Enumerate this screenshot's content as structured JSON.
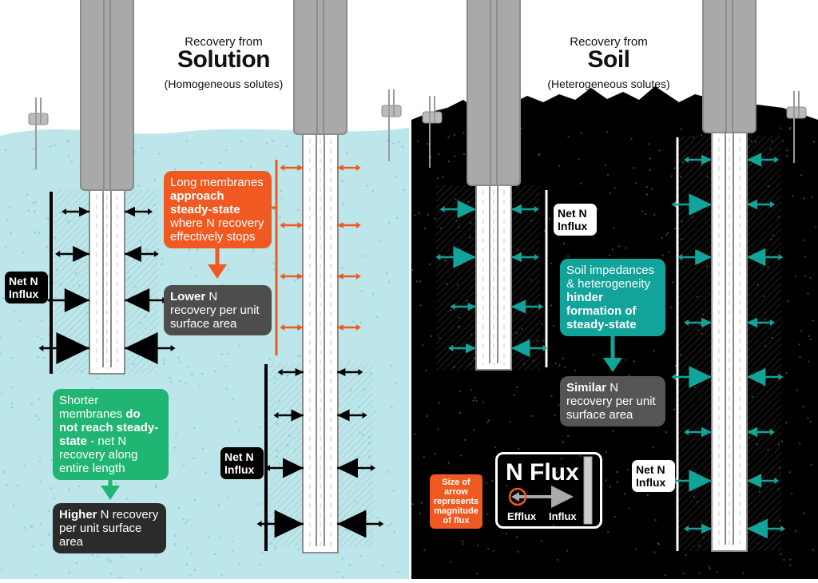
{
  "left_panel": {
    "title_line1": "Recovery from",
    "title_main": "Solution",
    "title_sub": "(Homogeneous solutes)",
    "background_color": "#bde6ea",
    "net_influx_label_1": "Net N Influx",
    "net_influx_label_2": "Net N Influx",
    "orange_box": {
      "text_1": "Long membranes ",
      "bold": "approach steady-state",
      "text_2": " where N recovery effectively stops",
      "color": "#f05a22"
    },
    "lower_box": {
      "bold": "Lower",
      "text": " N recovery per unit surface area",
      "color": "#4d4d4d"
    },
    "green_box": {
      "text_1": "Shorter membranes ",
      "bold": "do not reach steady-state",
      "text_2": " - net N recovery along entire length",
      "color": "#21b573"
    },
    "higher_box": {
      "bold": "Higher",
      "text": " N recovery per unit surface area",
      "color": "#2b2b2b"
    }
  },
  "right_panel": {
    "title_line1": "Recovery from",
    "title_main": "Soil",
    "title_sub": "(Heterogeneous solutes)",
    "background_color": "#000000",
    "net_influx_label_1": "Net N Influx",
    "net_influx_label_2": "Net N Influx",
    "teal_box": {
      "text_1": "Soil impedances & heterogeneity ",
      "bold": "hinder formation of steady-state",
      "color": "#12a39a"
    },
    "similar_box": {
      "bold": "Similar",
      "text": " N recovery per unit surface area",
      "color": "#555555"
    },
    "legend": {
      "title": "N Flux",
      "efflux_label": "Efflux",
      "influx_label": "Influx",
      "callout": "Size of arrow represents magnitude of flux",
      "callout_color": "#f05a22"
    }
  },
  "colors": {
    "arrow_solution": "#000000",
    "arrow_long_solution": "#f05a22",
    "arrow_soil": "#12a39a",
    "probe_gray": "#9a9a9a"
  }
}
